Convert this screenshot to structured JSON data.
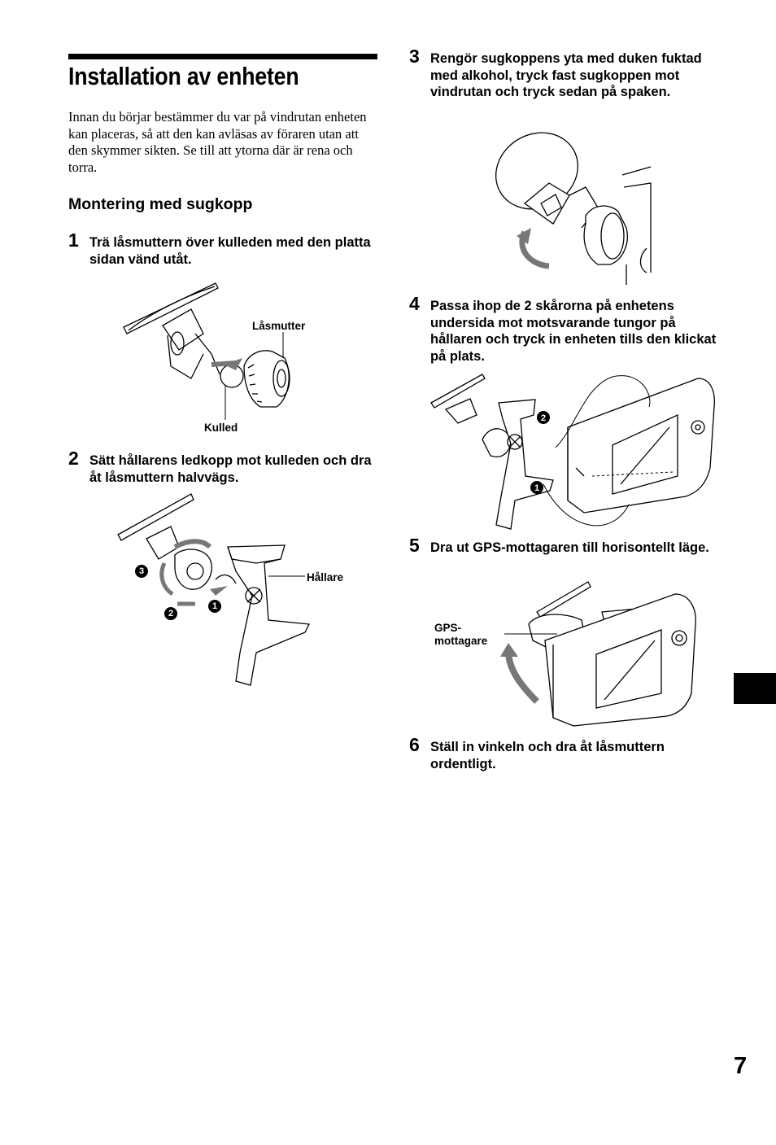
{
  "heading": "Installation av enheten",
  "intro": "Innan du börjar bestämmer du var på vindrutan enheten kan placeras, så att den kan avläsas av föraren utan att den skymmer sikten. Se till att ytorna där är rena och torra.",
  "subheading": "Montering med sugkopp",
  "steps": [
    {
      "num": "1",
      "text": "Trä låsmuttern över kulleden med den platta sidan vänd utåt."
    },
    {
      "num": "2",
      "text": "Sätt hållarens ledkopp mot kulleden och dra åt låsmuttern halvvägs."
    },
    {
      "num": "3",
      "text": "Rengör sugkoppens yta med duken fuktad med alkohol, tryck fast sugkoppen mot vindrutan och tryck sedan på spaken."
    },
    {
      "num": "4",
      "text": "Passa ihop de 2 skårorna på enhetens undersida mot motsvarande tungor på hållaren och tryck in enheten tills den klickat på plats."
    },
    {
      "num": "5",
      "text": "Dra ut GPS-mottagaren till horisontellt läge."
    },
    {
      "num": "6",
      "text": "Ställ in vinkeln och dra åt låsmuttern ordentligt."
    }
  ],
  "labels": {
    "lasmutter": "Låsmutter",
    "kulled": "Kulled",
    "hallare": "Hållare",
    "gps": "GPS-\nmottagare"
  },
  "callouts": {
    "c1": "1",
    "c2": "2",
    "c3": "3"
  },
  "page_number": "7"
}
